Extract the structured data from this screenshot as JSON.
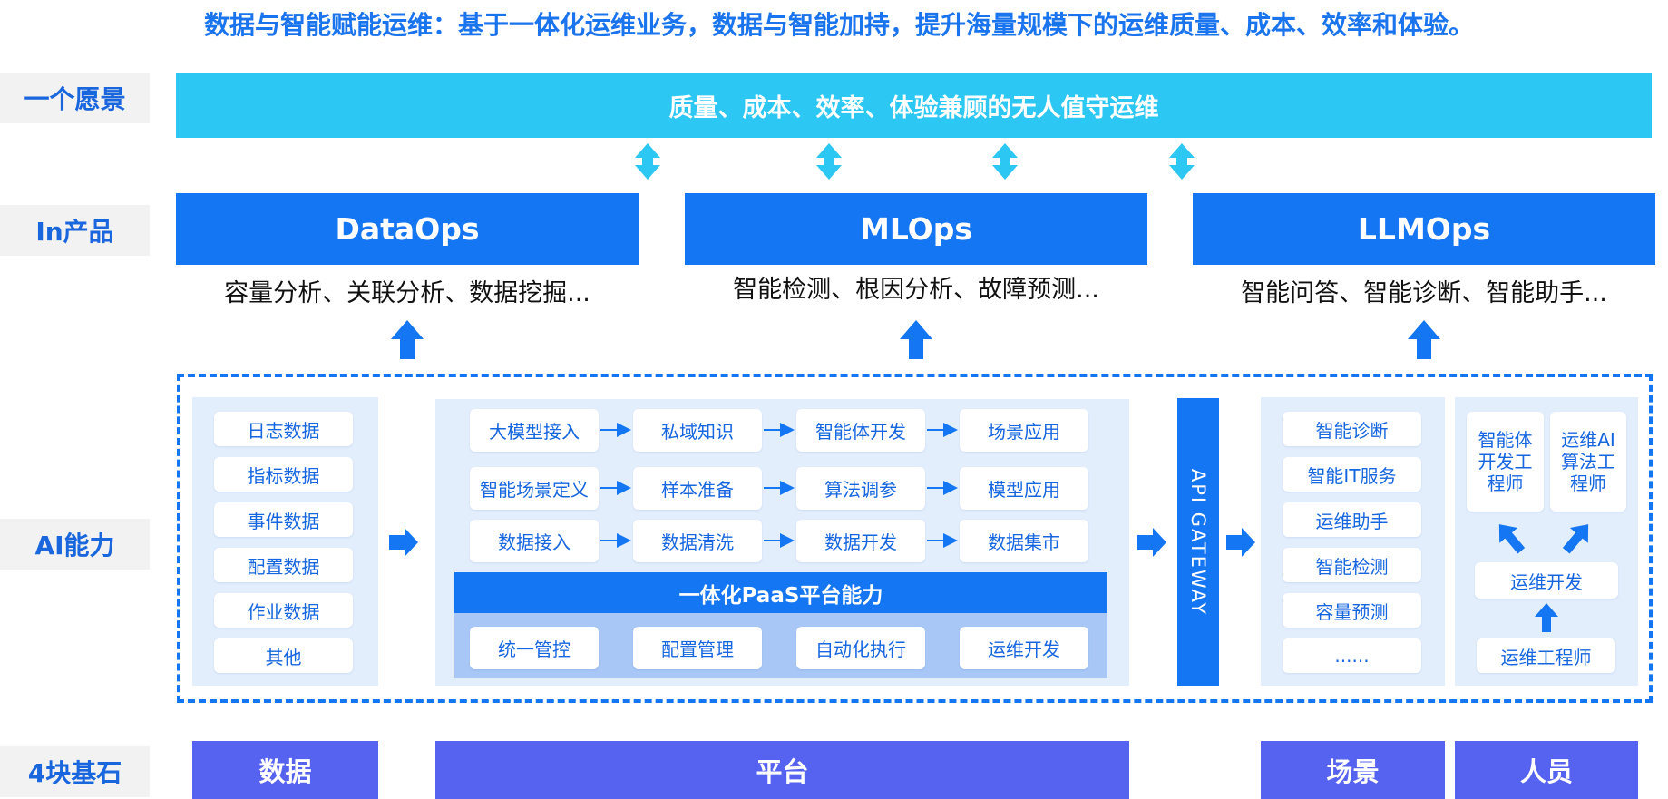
{
  "headline": "数据与智能赋能运维：基于一体化运维业务，数据与智能加持，提升海量规模下的运维质量、成本、效率和体验。",
  "row_labels": {
    "vision": "一个愿景",
    "products": "In产品",
    "ai": "AI能力",
    "foundations": "4块基石"
  },
  "vision": "质量、成本、效率、体验兼顾的无人值守运维",
  "products": [
    {
      "name": "DataOps",
      "desc": "容量分析、关联分析、数据挖掘..."
    },
    {
      "name": "MLOps",
      "desc": "智能检测、根因分析、故障预测..."
    },
    {
      "name": "LLMOps",
      "desc": "智能问答、智能诊断、智能助手..."
    }
  ],
  "data_sources": [
    "日志数据",
    "指标数据",
    "事件数据",
    "配置数据",
    "作业数据",
    "其他"
  ],
  "platform_rows": [
    [
      "大模型接入",
      "私域知识",
      "智能体开发",
      "场景应用"
    ],
    [
      "智能场景定义",
      "样本准备",
      "算法调参",
      "模型应用"
    ],
    [
      "数据接入",
      "数据清洗",
      "数据开发",
      "数据集市"
    ]
  ],
  "paas_title": "一体化PaaS平台能力",
  "paas_items": [
    "统一管控",
    "配置管理",
    "自动化执行",
    "运维开发"
  ],
  "api_gateway": "API GATEWAY",
  "scenarios": [
    "智能诊断",
    "智能IT服务",
    "运维助手",
    "智能检测",
    "容量预测",
    "......"
  ],
  "people": {
    "agent_dev": "智能体开发工程师",
    "ai_algo": "运维AI算法工程师",
    "ops_dev": "运维开发",
    "ops_eng": "运维工程师"
  },
  "foundations": [
    "数据",
    "平台",
    "场景",
    "人员"
  ],
  "colors": {
    "primary": "#1476f2",
    "vision": "#2cc7f3",
    "foundation": "#5662f0",
    "panel": "#e3eefc",
    "chip_text": "#1666df",
    "label_text": "#1a66dd"
  }
}
